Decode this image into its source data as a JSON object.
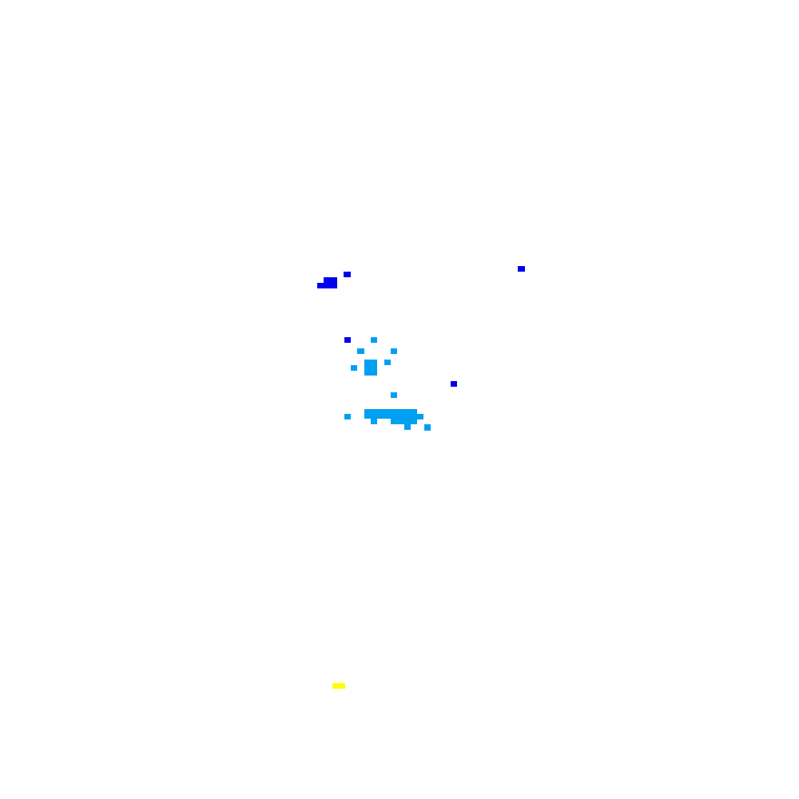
{
  "palette": {
    "background": "#ffffff",
    "deep_blue": "#0000ee",
    "light_blue": "#00a0f0",
    "yellow": "#ffff00"
  },
  "blobs": [
    {
      "id": "b1",
      "color": "deep_blue"
    },
    {
      "id": "b2",
      "color": "deep_blue"
    },
    {
      "id": "b3",
      "color": "deep_blue"
    },
    {
      "id": "b4",
      "color": "deep_blue"
    },
    {
      "id": "b5",
      "color": "deep_blue"
    },
    {
      "id": "b6",
      "color": "deep_blue"
    },
    {
      "id": "c1",
      "color": "light_blue"
    },
    {
      "id": "c2",
      "color": "light_blue"
    },
    {
      "id": "c3",
      "color": "light_blue"
    },
    {
      "id": "c4",
      "color": "light_blue"
    },
    {
      "id": "c5",
      "color": "light_blue"
    },
    {
      "id": "c6",
      "color": "light_blue"
    },
    {
      "id": "c7",
      "color": "light_blue"
    },
    {
      "id": "c8",
      "color": "light_blue"
    },
    {
      "id": "c9",
      "color": "light_blue"
    },
    {
      "id": "c10",
      "color": "light_blue"
    },
    {
      "id": "c11",
      "color": "light_blue"
    },
    {
      "id": "c12",
      "color": "light_blue"
    },
    {
      "id": "c13",
      "color": "light_blue"
    },
    {
      "id": "c14",
      "color": "light_blue"
    },
    {
      "id": "y1",
      "color": "yellow"
    }
  ]
}
